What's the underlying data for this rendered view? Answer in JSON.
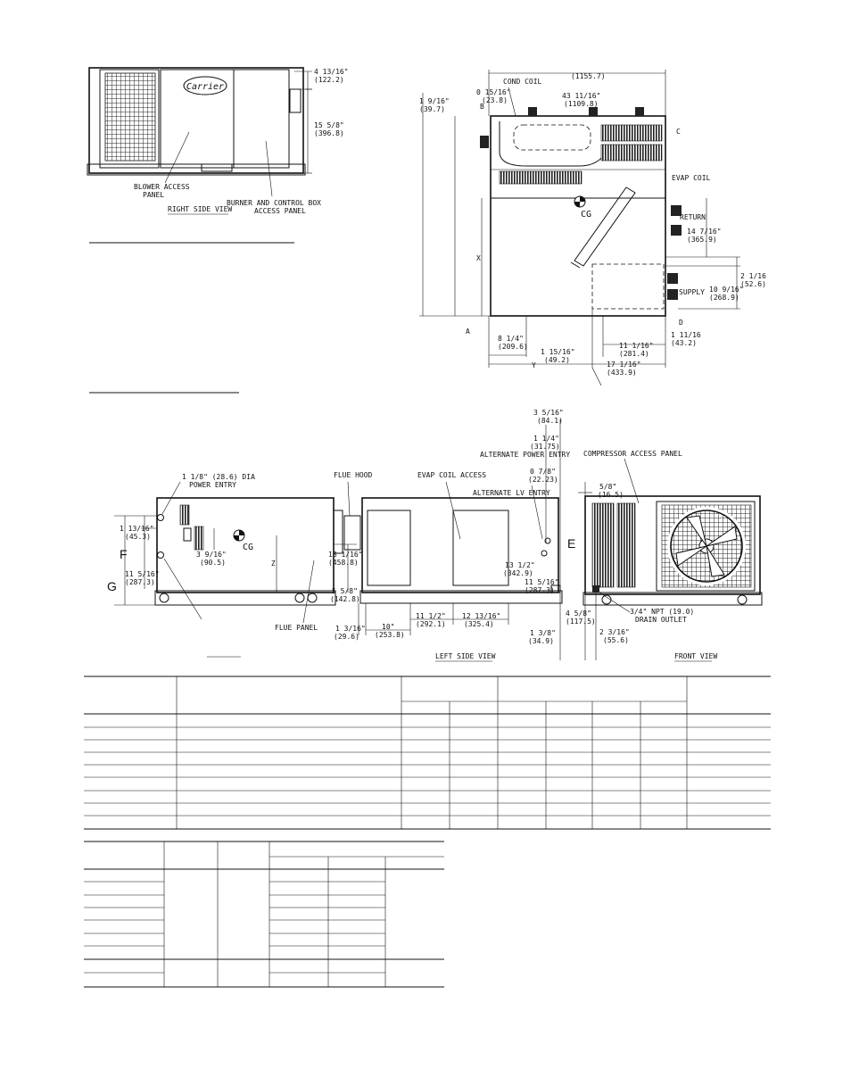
{
  "right_side_view": {
    "title": "RIGHT SIDE VIEW",
    "logo_text": "Carrier",
    "blower_access_panel": "BLOWER ACCESS\nPANEL",
    "burner_control_panel": "BURNER AND CONTROL BOX\nACCESS PANEL",
    "dim_top": "4 13/16\"",
    "dim_top_mm": "(122.2)",
    "dim_side": "15 5/8\"",
    "dim_side_mm": "(396.8)"
  },
  "top_view": {
    "overall_mm": "(1155.7)",
    "cond_coil": "COND COIL",
    "evap_coil": "EVAP COIL",
    "return": "RETURN",
    "supply": "SUPPLY",
    "cg": "CG",
    "corner_a": "A",
    "corner_b": "B",
    "corner_c": "C",
    "corner_d": "D",
    "x_label": "X",
    "y_label": "Y",
    "dims": {
      "d1": "1 9/16\"",
      "d1mm": "(39.7)",
      "d2": "0 15/16\"",
      "d2mm": "(23.8)",
      "d3": "43 11/16\"",
      "d3mm": "(1109.8)",
      "d4": "14 7/16\"",
      "d4mm": "(365.9)",
      "d5": "2 1/16",
      "d5mm": "(52.6)",
      "d6": "10 9/16\"",
      "d6mm": "(268.9)",
      "d7": "1 11/16",
      "d7mm": "(43.2)",
      "d8": "11 1/16\"",
      "d8mm": "(281.4)",
      "d9": "17 1/16\"",
      "d9mm": "(433.9)",
      "d10": "8 1/4\"",
      "d10mm": "(209.6)",
      "d11": "1 15/16\"",
      "d11mm": "(49.2)"
    }
  },
  "bottom_views": {
    "left_side_view": "LEFT SIDE VIEW",
    "front_view": "FRONT VIEW",
    "power_entry": "1 1/8\" (28.6) DIA\nPOWER ENTRY",
    "flue_hood": "FLUE HOOD",
    "flue_panel": "FLUE PANEL",
    "evap_coil_access": "EVAP COIL ACCESS",
    "alt_lv_entry": "ALTERNATE LV ENTRY",
    "alt_power_entry": "ALTERNATE POWER ENTRY",
    "compressor_access": "COMPRESSOR ACCESS PANEL",
    "drain_outlet": "3/4\" NPT (19.0)\nDRAIN OUTLET",
    "cg": "CG",
    "labels": {
      "f": "F",
      "g": "G",
      "z": "Z",
      "e": "E"
    },
    "dims": {
      "a": "1 13/16\"",
      "amm": "(45.3)",
      "b": "11 5/16\"",
      "bmm": "(287.3)",
      "c": "3 9/16\"",
      "cmm": "(90.5)",
      "d": "18 1/16\"",
      "dmm": "(458.8)",
      "e": "5 5/8\"",
      "emm": "(142.8)",
      "f": "1 3/16\"",
      "fmm": "(29.6)",
      "g": "10\"",
      "gmm": "(253.8)",
      "h": "11 1/2\"",
      "hmm": "(292.1)",
      "i": "12 13/16\"",
      "imm": "(325.4)",
      "j": "13 1/2\"",
      "jmm": "(342.9)",
      "k": "11 5/16\"",
      "kmm": "(287.3)",
      "l": "3 5/16\"",
      "lmm": "(84.1)",
      "m": "1 1/4\"",
      "mmm": "(31.75)",
      "n": "0 7/8\"",
      "nmm": "(22.23)",
      "o": "1 3/8\"",
      "omm": "(34.9)",
      "p": "4 5/8\"",
      "pmm": "(117.5)",
      "q": "5/8\"",
      "qmm": "(16.5)",
      "r": "2 3/16\"",
      "rmm": "(55.6)"
    }
  }
}
